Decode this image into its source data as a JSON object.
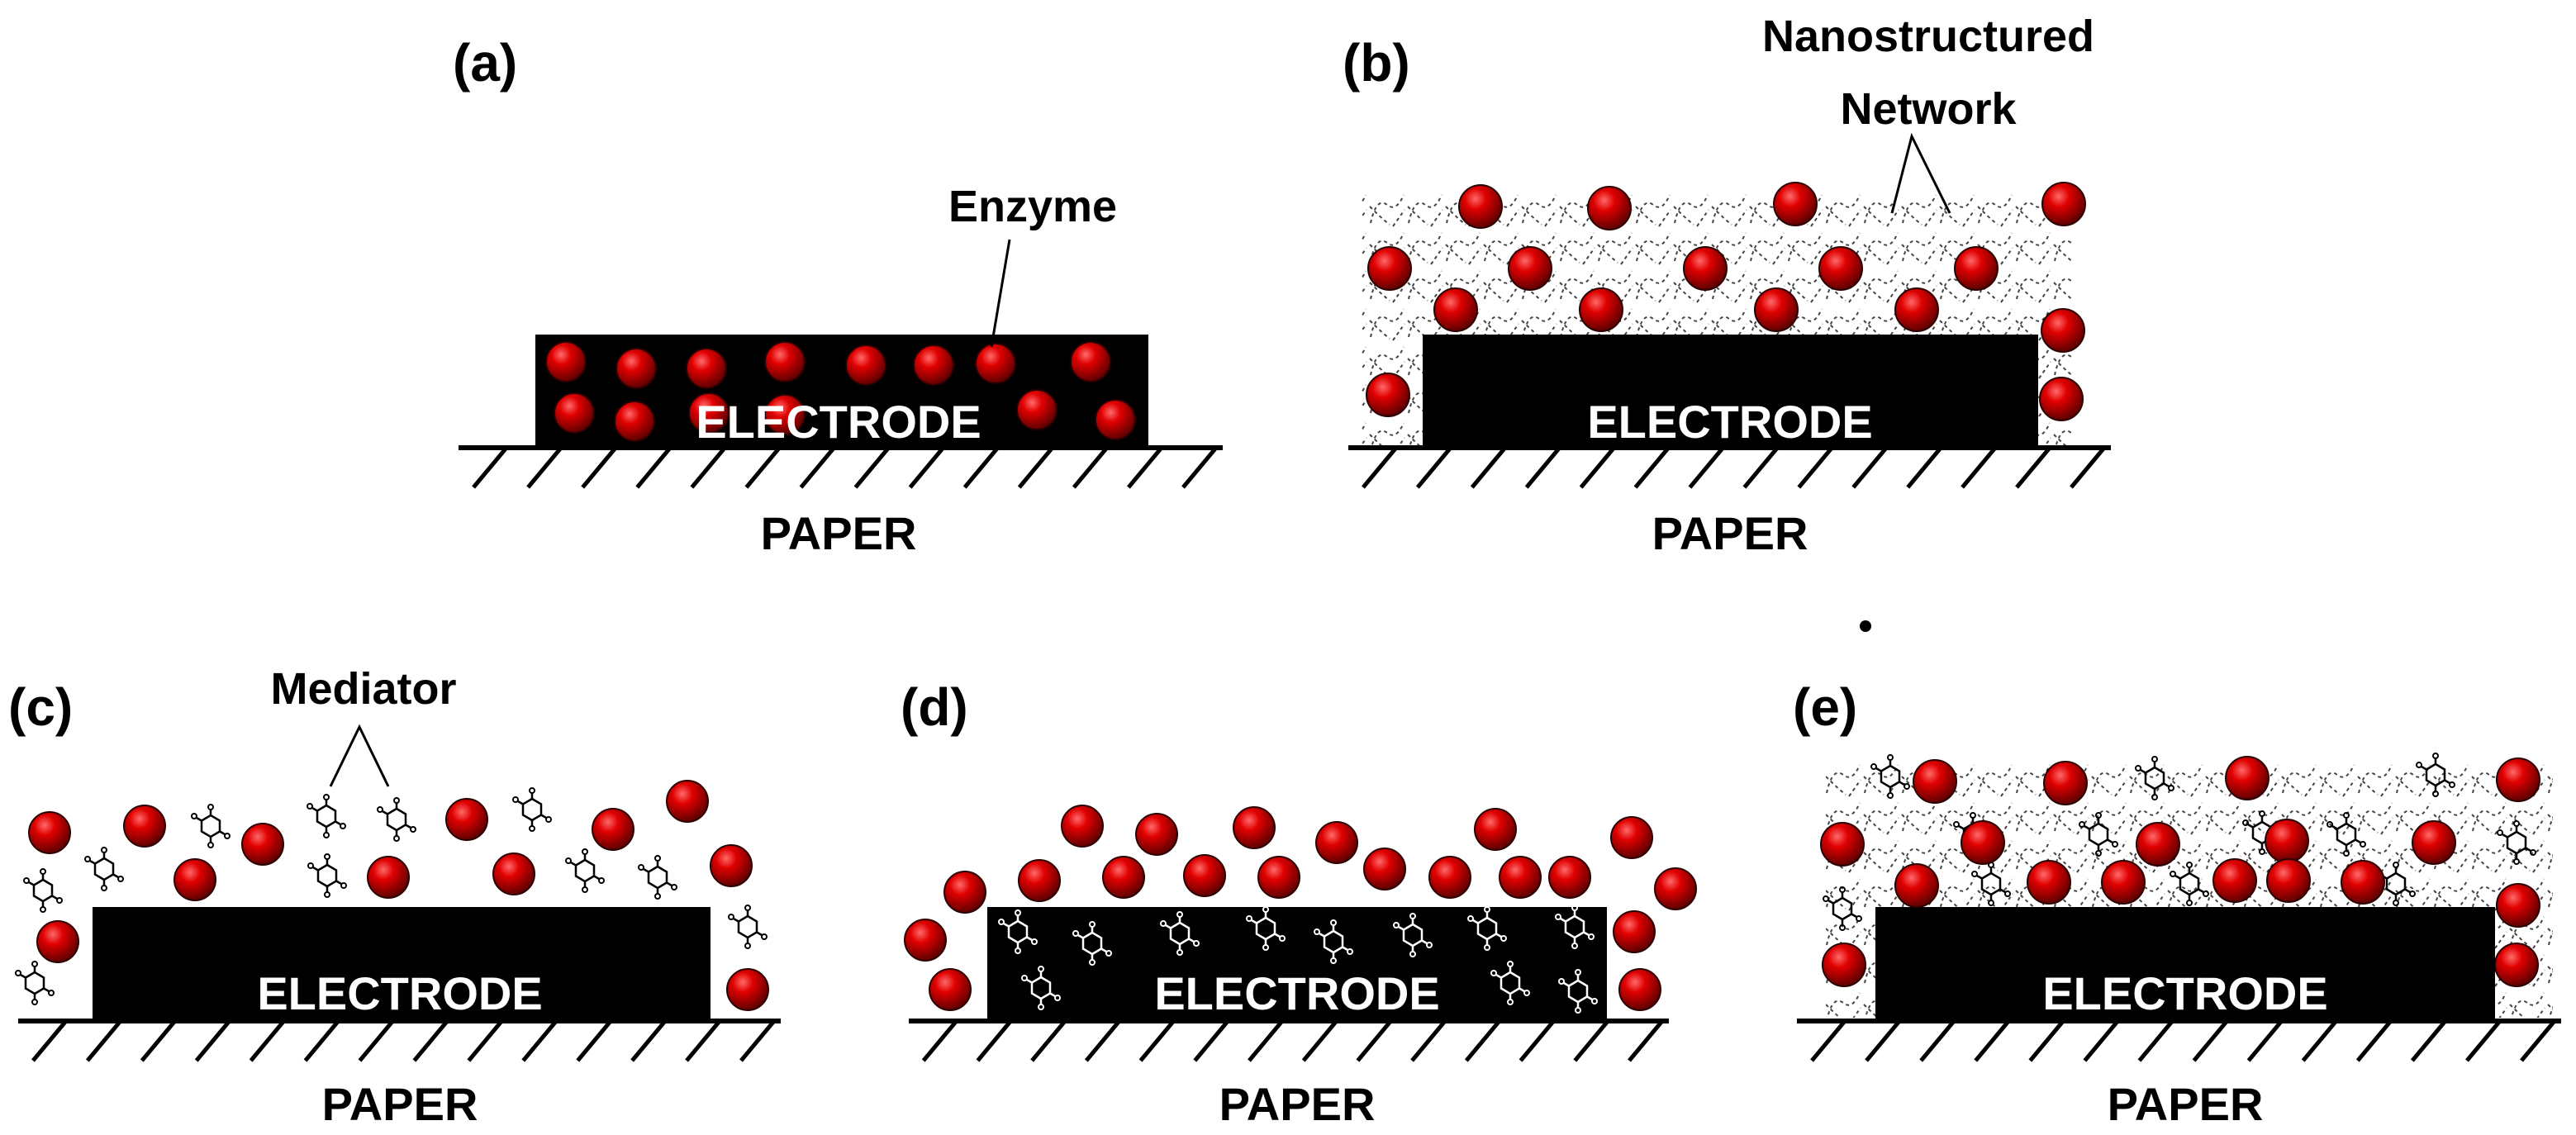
{
  "colors": {
    "electrode": "#000000",
    "enzyme_core": "#e00000",
    "enzyme_edge": "#3a0000",
    "background": "#ffffff"
  },
  "icons": {
    "enzyme": "red-sphere-icon",
    "mediator": "hexagon-molecule-icon",
    "network": "dashed-mesh"
  },
  "panels": {
    "a": {
      "label": "(a)",
      "electrode": "ELECTRODE",
      "paper": "PAPER",
      "callout": "Enzyme"
    },
    "b": {
      "label": "(b)",
      "electrode": "ELECTRODE",
      "paper": "PAPER",
      "callout_line1": "Nanostructured",
      "callout_line2": "Network"
    },
    "c": {
      "label": "(c)",
      "electrode": "ELECTRODE",
      "paper": "PAPER",
      "callout": "Mediator"
    },
    "d": {
      "label": "(d)",
      "electrode": "ELECTRODE",
      "paper": "PAPER"
    },
    "e": {
      "label": "(e)",
      "electrode": "ELECTRODE",
      "paper": "PAPER"
    }
  }
}
